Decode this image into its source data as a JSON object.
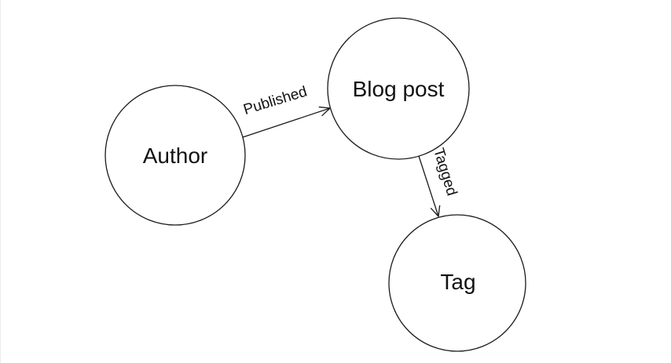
{
  "canvas": {
    "background_color": "#ffffff",
    "left_border_color": "#ececec",
    "stroke_color": "#1a1a1a",
    "text_color": "#121212"
  },
  "diagram": {
    "type": "graph",
    "nodes": [
      {
        "id": "author",
        "label": "Author"
      },
      {
        "id": "blog_post",
        "label": "Blog post"
      },
      {
        "id": "tag",
        "label": "Tag"
      }
    ],
    "edges": [
      {
        "id": "published",
        "label": "Published",
        "from": "author",
        "to": "blog_post"
      },
      {
        "id": "tagged",
        "label": "Tagged",
        "from": "blog_post",
        "to": "tag"
      }
    ]
  }
}
